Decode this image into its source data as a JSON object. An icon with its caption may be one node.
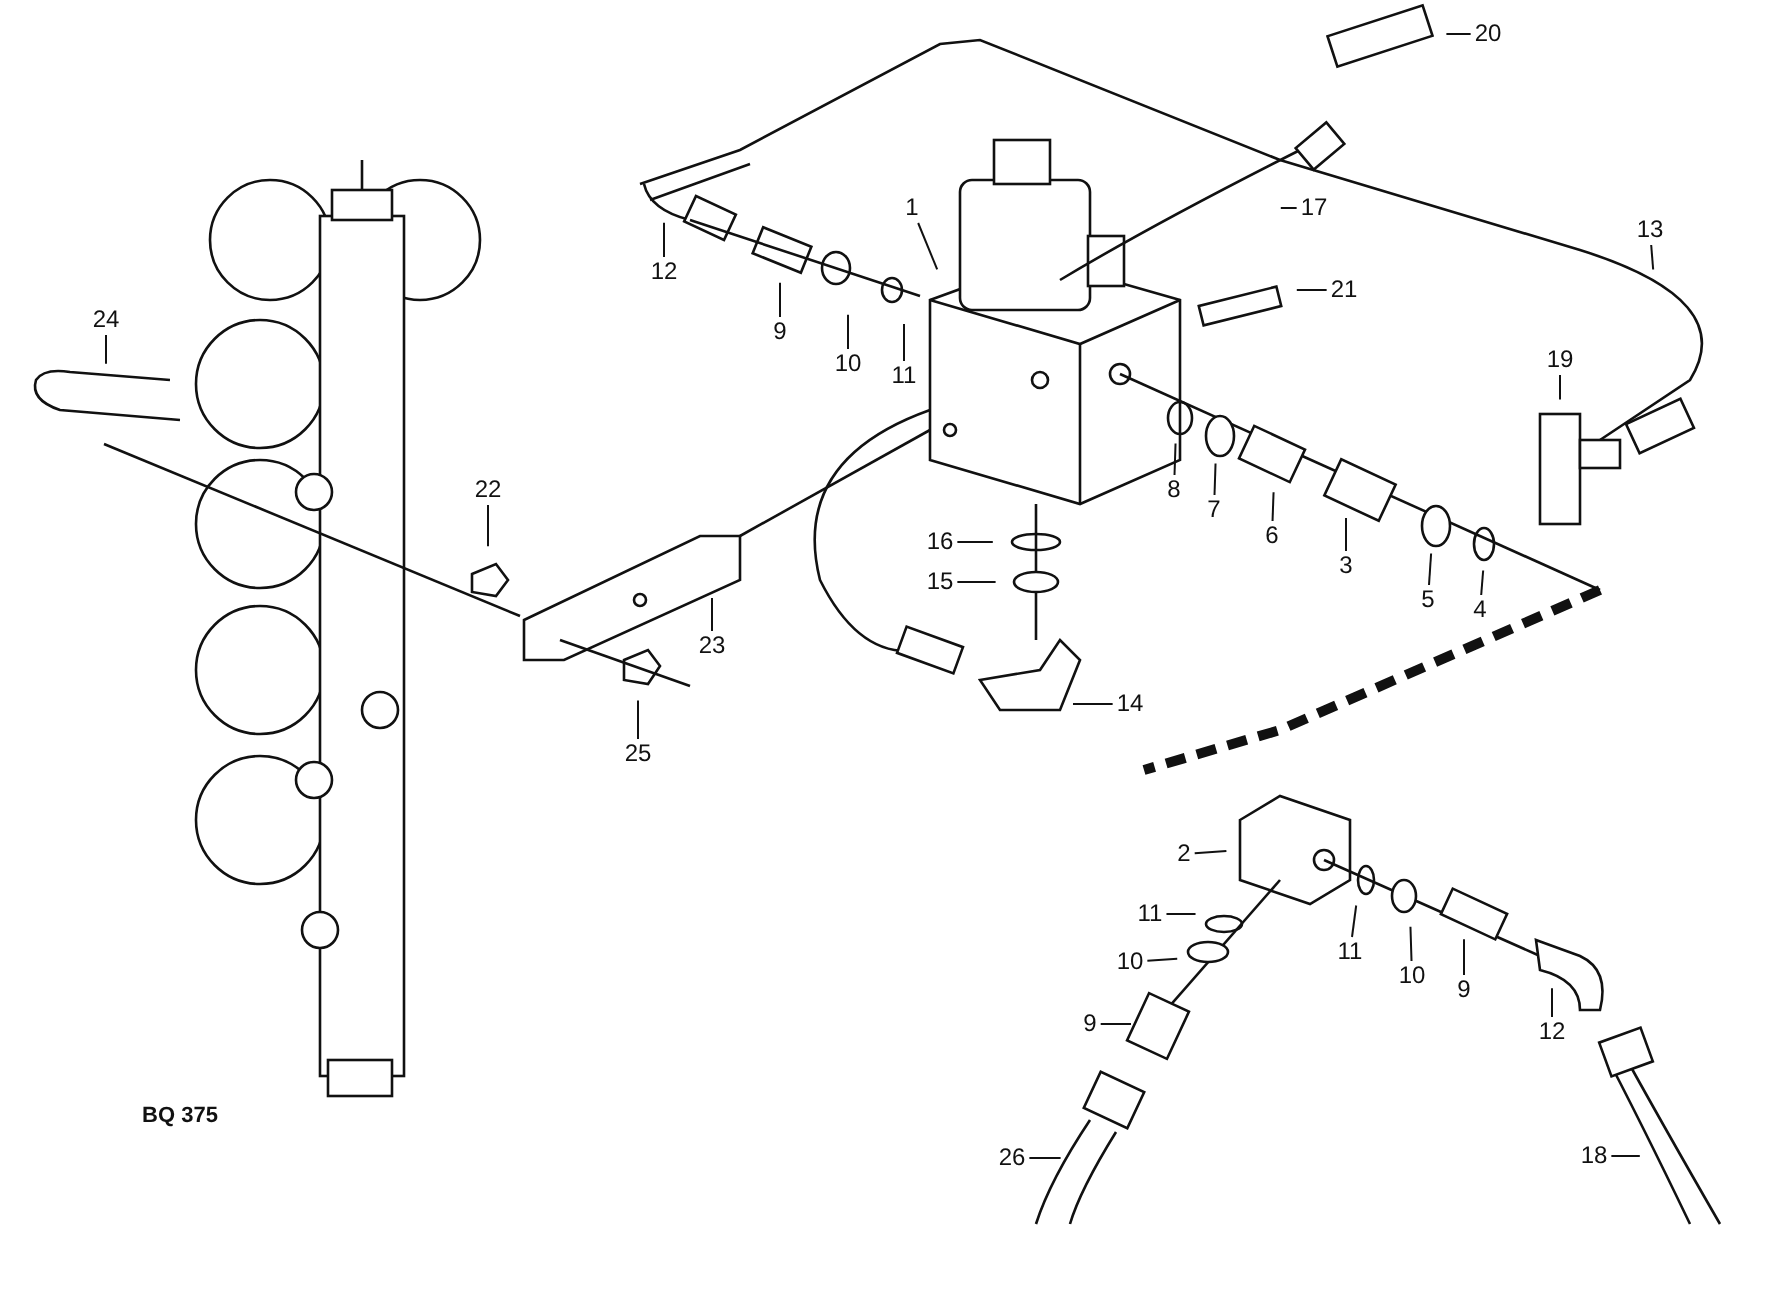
{
  "diagram": {
    "nodes": [
      {
        "text": [
          "20"
        ]
      },
      {
        "text": [
          "1"
        ]
      },
      {
        "text": [
          "17"
        ]
      },
      {
        "text": [
          "13"
        ]
      },
      {
        "text": [
          "12"
        ]
      },
      {
        "text": [
          "21"
        ]
      },
      {
        "text": [
          "24"
        ]
      },
      {
        "text": [
          "9"
        ]
      },
      {
        "text": [
          "19"
        ]
      },
      {
        "text": [
          "10"
        ]
      },
      {
        "text": [
          "11"
        ]
      },
      {
        "text": [
          "22"
        ]
      },
      {
        "text": [
          "8"
        ]
      },
      {
        "text": [
          "7"
        ]
      },
      {
        "text": [
          "6"
        ]
      },
      {
        "text": [
          "16"
        ]
      },
      {
        "text": [
          "3"
        ]
      },
      {
        "text": [
          "15"
        ]
      },
      {
        "text": [
          "5"
        ]
      },
      {
        "text": [
          "4"
        ]
      },
      {
        "text": [
          "23"
        ]
      },
      {
        "text": [
          "14"
        ]
      },
      {
        "text": [
          "25"
        ]
      },
      {
        "text": [
          "2"
        ]
      },
      {
        "text": [
          "11"
        ]
      },
      {
        "text": [
          "11"
        ]
      },
      {
        "text": [
          "10"
        ]
      },
      {
        "text": [
          "10"
        ]
      },
      {
        "text": [
          "9"
        ]
      },
      {
        "text": [
          "9"
        ]
      },
      {
        "text": [
          "12"
        ]
      },
      {
        "text": [
          "18"
        ]
      },
      {
        "text": [
          "26"
        ]
      }
    ],
    "edges": [
      {
        "from": 0,
        "to": null,
        "arrow": "none"
      },
      {
        "from": 1,
        "to": null,
        "arrow": "none"
      },
      {
        "from": 2,
        "to": null,
        "arrow": "none"
      },
      {
        "from": 3,
        "to": null,
        "arrow": "none"
      },
      {
        "from": 4,
        "to": null,
        "arrow": "none"
      },
      {
        "from": 5,
        "to": null,
        "arrow": "none"
      },
      {
        "from": 6,
        "to": null,
        "arrow": "none"
      },
      {
        "from": 7,
        "to": null,
        "arrow": "none"
      },
      {
        "from": 8,
        "to": null,
        "arrow": "none"
      },
      {
        "from": 9,
        "to": null,
        "arrow": "none"
      },
      {
        "from": 10,
        "to": null,
        "arrow": "none"
      },
      {
        "from": 11,
        "to": null,
        "arrow": "none"
      },
      {
        "from": 12,
        "to": null,
        "arrow": "none"
      },
      {
        "from": 13,
        "to": null,
        "arrow": "none"
      },
      {
        "from": 14,
        "to": null,
        "arrow": "none"
      },
      {
        "from": 15,
        "to": null,
        "arrow": "none"
      },
      {
        "from": 16,
        "to": null,
        "arrow": "none"
      },
      {
        "from": 17,
        "to": null,
        "arrow": "none"
      },
      {
        "from": 18,
        "to": null,
        "arrow": "none"
      },
      {
        "from": 19,
        "to": null,
        "arrow": "none"
      },
      {
        "from": 20,
        "to": null,
        "arrow": "none"
      },
      {
        "from": 21,
        "to": null,
        "arrow": "none"
      },
      {
        "from": 22,
        "to": null,
        "arrow": "none"
      },
      {
        "from": 23,
        "to": null,
        "arrow": "none"
      },
      {
        "from": 24,
        "to": null,
        "arrow": "none"
      },
      {
        "from": 25,
        "to": null,
        "arrow": "none"
      },
      {
        "from": 26,
        "to": null,
        "arrow": "none"
      },
      {
        "from": 27,
        "to": null,
        "arrow": "none"
      },
      {
        "from": 28,
        "to": null,
        "arrow": "none"
      },
      {
        "from": 29,
        "to": null,
        "arrow": "none"
      },
      {
        "from": 30,
        "to": null,
        "arrow": "none"
      },
      {
        "from": 31,
        "to": null,
        "arrow": "none"
      },
      {
        "from": 32,
        "to": null,
        "arrow": "none"
      }
    ],
    "labels": [
      "BQ 375"
    ]
  }
}
